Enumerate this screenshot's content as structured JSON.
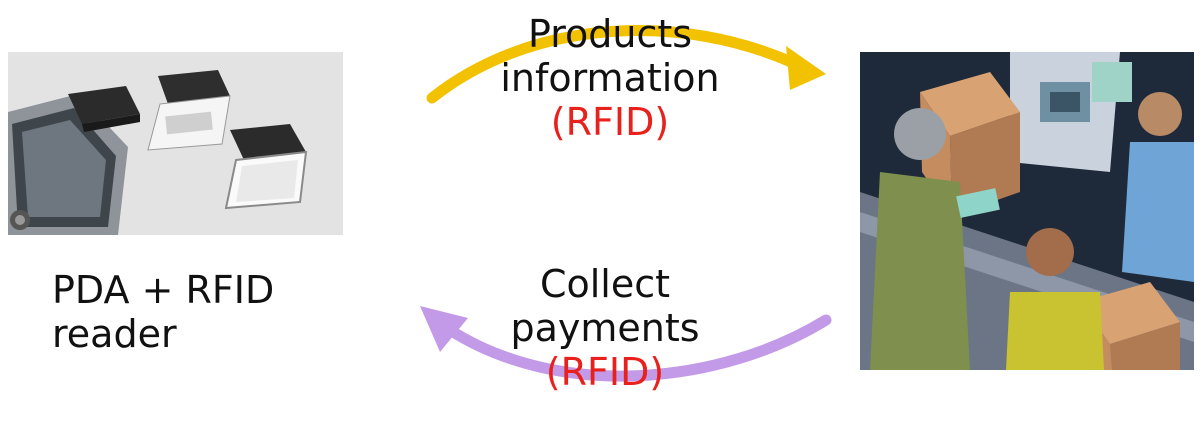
{
  "colors": {
    "top_arrow": "#f2c200",
    "bottom_arrow": "#c39ae8",
    "rfid_text": "#e8211d"
  },
  "top_flow": {
    "line1": "Products",
    "line2": "information",
    "line3": "(RFID)"
  },
  "bottom_flow": {
    "line1": "Collect",
    "line2": "payments",
    "line3": "(RFID)"
  },
  "device_caption": {
    "line1": "PDA + RFID",
    "line2": "reader"
  },
  "icons": {
    "left_image": "pda-with-rfid-reader-cards-photo",
    "right_image": "checkout-counter-clipart"
  }
}
